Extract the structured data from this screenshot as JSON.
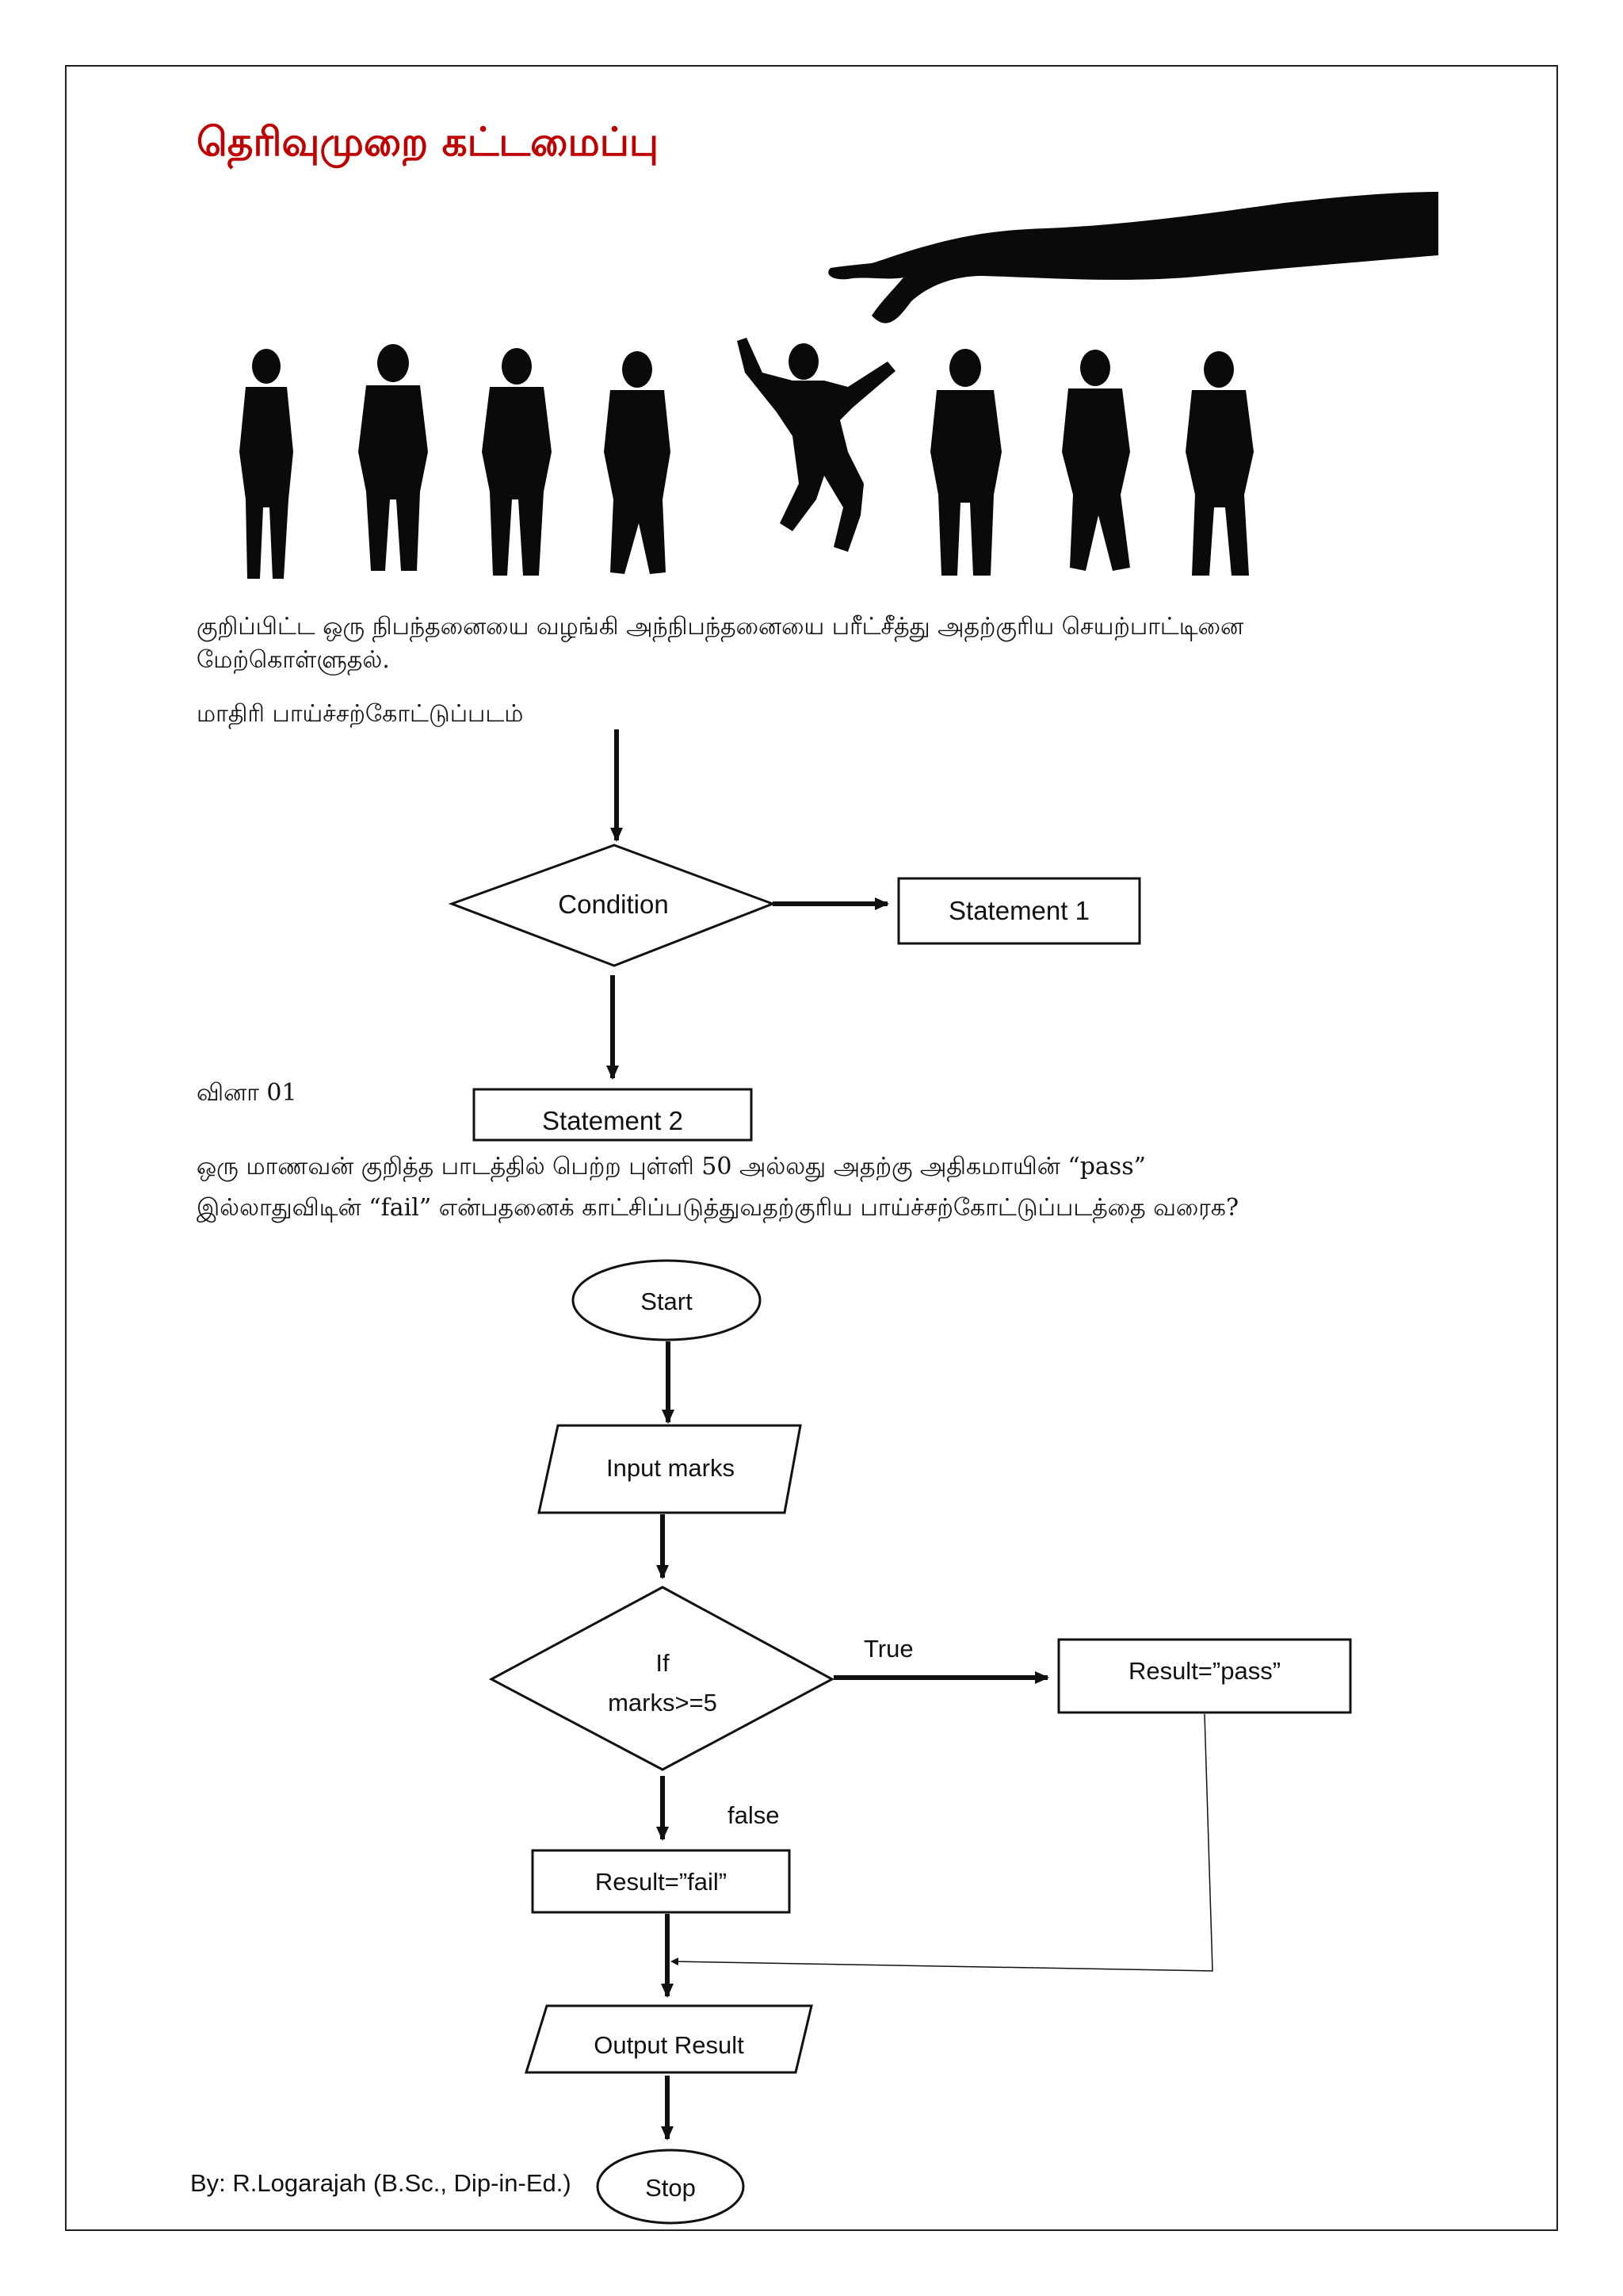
{
  "page": {
    "title": "தெரிவுமுறை கட்டமைப்பு",
    "intro_line1": "குறிப்பிட்ட ஒரு நிபந்தனையை வழங்கி அந்நிபந்தனையை பரீட்சீத்து அதற்குரிய செயற்பாட்டினை",
    "intro_line2": "மேற்கொள்ளுதல்.",
    "model_label": "மாதிரி பாய்ச்சற்கோட்டுப்படம்",
    "question_label": "வினா 01",
    "question_line1": "ஒரு மாணவன் குறித்த பாடத்தில் பெற்ற புள்ளி 50 அல்லது அதற்கு அதிகமாயின் “pass”",
    "question_line2": "இல்லாதுவிடின் “fail” என்பதனைக் காட்சிப்படுத்துவதற்குரிய பாய்ச்சற்கோட்டுப்படத்தை வரைக?",
    "footer": "By: R.Logarajah (B.Sc., Dip-in-Ed.)"
  },
  "model_flowchart": {
    "condition": "Condition",
    "statement1": "Statement 1",
    "statement2": "Statement 2"
  },
  "question_flowchart": {
    "start": "Start",
    "input": "Input marks",
    "decision_line1": "If",
    "decision_line2": "marks>=5",
    "true_label": "True",
    "false_label": "false",
    "pass": "Result=”pass”",
    "fail": "Result=”fail”",
    "output": "Output Result",
    "stop": "Stop"
  },
  "colors": {
    "title": "#c00000",
    "ink": "#111111"
  }
}
